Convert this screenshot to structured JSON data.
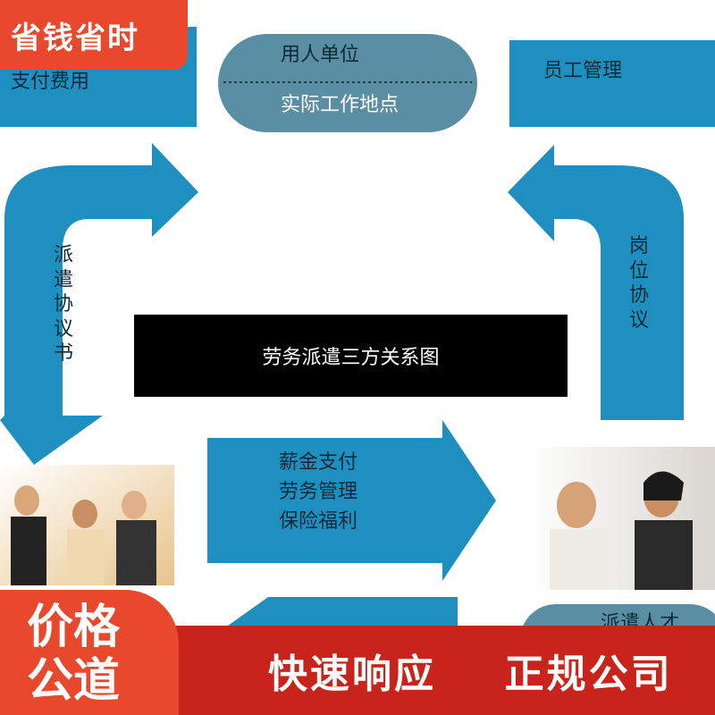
{
  "badge_top": "省钱省时",
  "diagram": {
    "title": "劳务派遣三方关系图",
    "top_left_box": "支付费用",
    "top_right_box": "员工管理",
    "center_top_upper": "用人单位",
    "center_top_lower": "实际工作地点",
    "left_arrow": "派遣协议书",
    "right_arrow": "岗位协议",
    "middle_arrow": [
      "薪金支付",
      "劳务管理",
      "保险福利"
    ],
    "bottom_right_partial": "派遣人才"
  },
  "footer": {
    "left_line1": "价格",
    "left_line2": "公道",
    "slogan_1": "快速响应",
    "slogan_2": "正规公司"
  },
  "colors": {
    "blue": "#1f8fbf",
    "pill": "#5a8fa3",
    "red": "#c8241b",
    "orange": "#e8482b"
  }
}
